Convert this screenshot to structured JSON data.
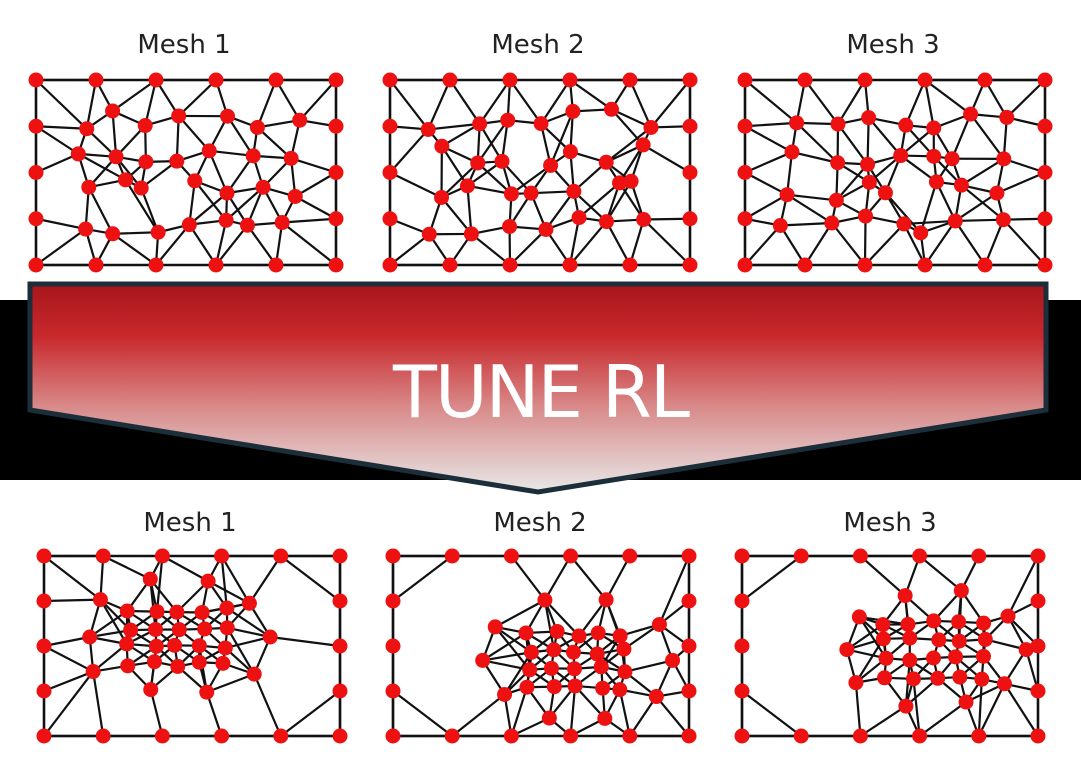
{
  "top_meshes": [
    {
      "title": "Mesh 1"
    },
    {
      "title": "Mesh 2"
    },
    {
      "title": "Mesh 3"
    }
  ],
  "bottom_meshes": [
    {
      "title": "Mesh 1"
    },
    {
      "title": "Mesh 2"
    },
    {
      "title": "Mesh 3"
    }
  ],
  "banner": {
    "label": "TUNE RL"
  },
  "colors": {
    "node": "#ee1111",
    "edge": "#111111",
    "arrow_top": "#b01a1e",
    "arrow_bottom": "#e6e6e6"
  }
}
